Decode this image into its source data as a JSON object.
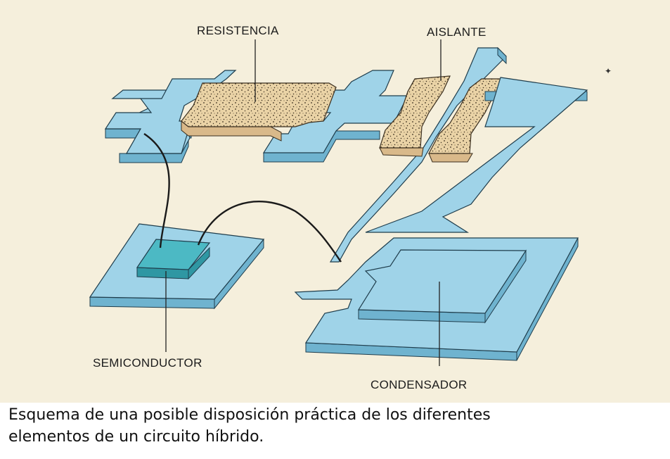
{
  "labels": {
    "resistencia": "RESISTENCIA",
    "aislante": "AISLANTE",
    "semiconductor": "SEMICONDUCTOR",
    "condensador": "CONDENSADOR"
  },
  "caption": {
    "line1": "Esquema de una posible disposición práctica de los diferentes",
    "line2": "elementos de un circuito híbrido."
  },
  "colors": {
    "background": "#f5efdc",
    "conductor": "#9fd3e8",
    "conductor_side": "#6fb3cf",
    "outline": "#1f3d4c",
    "resistive_paste": "#e8ceA0",
    "semiconductor_chip": "#4cb9c4"
  }
}
